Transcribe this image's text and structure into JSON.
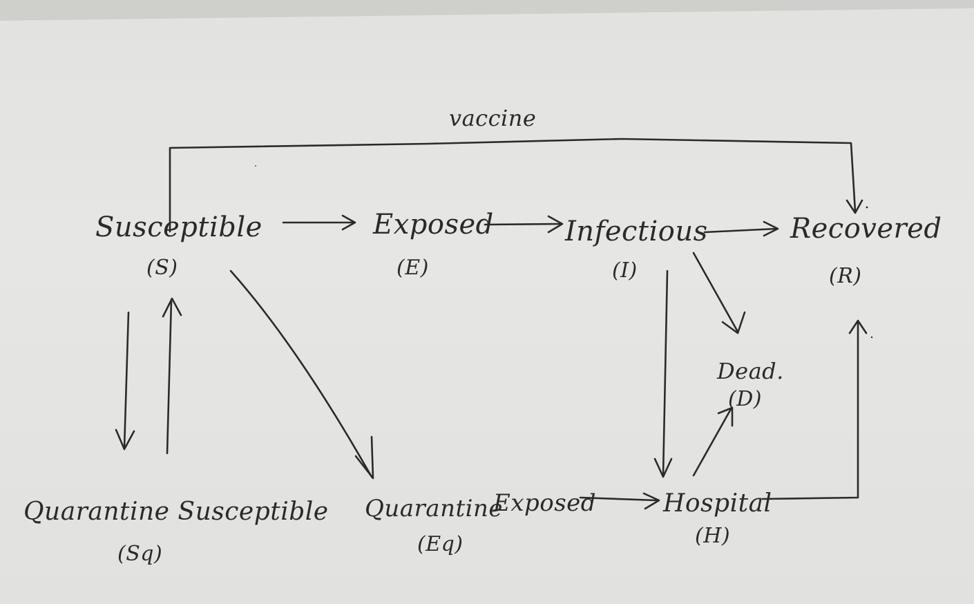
{
  "diagram": {
    "edge_label_vaccine": "vaccine",
    "nodes": {
      "S": {
        "name": "Susceptible",
        "abbr": "(S)"
      },
      "E": {
        "name": "Exposed",
        "abbr": "(E)"
      },
      "I": {
        "name": "Infectious",
        "abbr": "(I)"
      },
      "R": {
        "name": "Recovered",
        "abbr": "(R)"
      },
      "D": {
        "name": "Dead.",
        "abbr": "(D)"
      },
      "Sq": {
        "name": "Quarantine Susceptible",
        "abbr": "(Sq)"
      },
      "Eq": {
        "name": "Quarantine",
        "extra": "Exposed",
        "abbr": "(Eq)"
      },
      "H": {
        "name": "Hospital",
        "abbr": "(H)"
      }
    },
    "edges": [
      {
        "from": "S",
        "to": "R",
        "label": "vaccine"
      },
      {
        "from": "S",
        "to": "E"
      },
      {
        "from": "E",
        "to": "I"
      },
      {
        "from": "I",
        "to": "R"
      },
      {
        "from": "I",
        "to": "D"
      },
      {
        "from": "I",
        "to": "H"
      },
      {
        "from": "S",
        "to": "Sq"
      },
      {
        "from": "Sq",
        "to": "S"
      },
      {
        "from": "S",
        "to": "Eq"
      },
      {
        "from": "Eq",
        "to": "H"
      },
      {
        "from": "H",
        "to": "D"
      },
      {
        "from": "H",
        "to": "R"
      }
    ],
    "ink_color": "#2a2a2a",
    "paper_color": "#e4e4e2"
  }
}
